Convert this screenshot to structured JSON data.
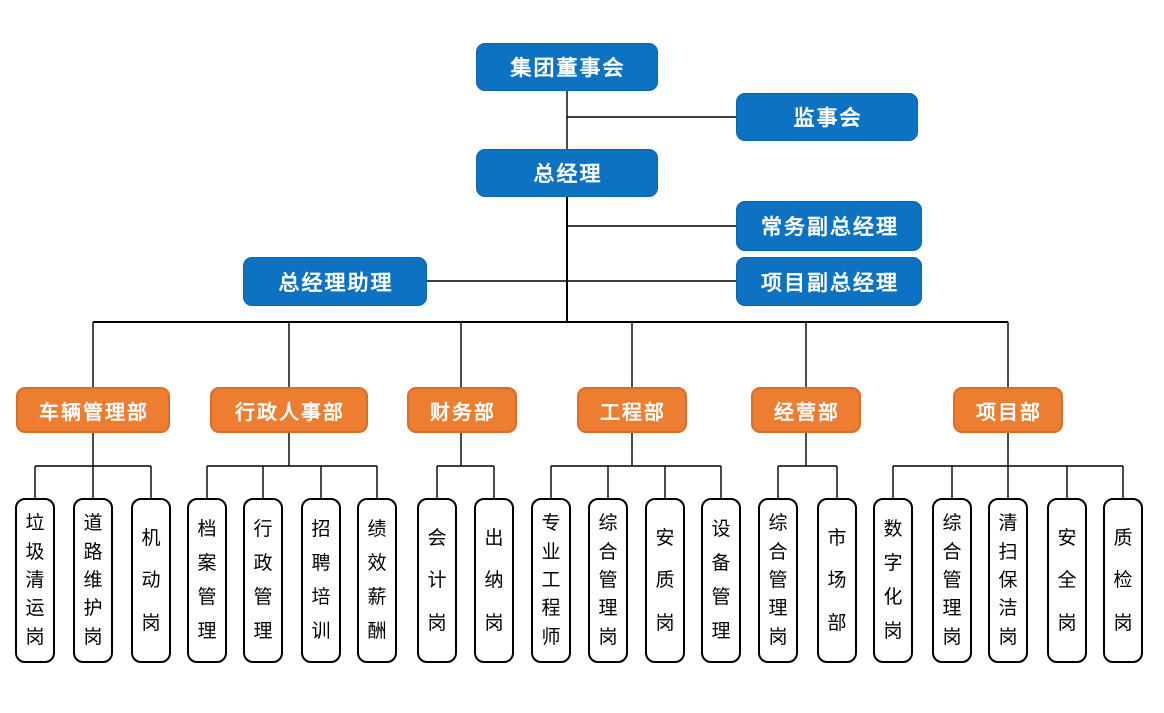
{
  "colors": {
    "primary_blue": "#0E72C2",
    "primary_blue_border": "#0A63AB",
    "accent_orange": "#ED7D31",
    "accent_orange_border": "#D86E28",
    "connector_line": "#000000",
    "position_box_border": "#000000"
  },
  "executive": {
    "board": "集团董事会",
    "supervisory": "监事会",
    "general_manager": "总经理",
    "executive_deputy_gm": "常务副总经理",
    "project_deputy_gm": "项目副总经理",
    "gm_assistant": "总经理助理"
  },
  "departments": [
    {
      "name": "车辆管理部",
      "positions": [
        "垃圾清运岗",
        "道路维护岗",
        "机动岗"
      ]
    },
    {
      "name": "行政人事部",
      "positions": [
        "档案管理",
        "行政管理",
        "招聘培训",
        "绩效薪酬"
      ]
    },
    {
      "name": "财务部",
      "positions": [
        "会计岗",
        "出纳岗"
      ]
    },
    {
      "name": "工程部",
      "positions": [
        "专业工程师",
        "综合管理岗",
        "安质岗",
        "设备管理"
      ]
    },
    {
      "name": "经营部",
      "positions": [
        "综合管理岗",
        "市场部"
      ]
    },
    {
      "name": "项目部",
      "positions": [
        "数字化岗",
        "综合管理岗",
        "清扫保洁岗",
        "安全岗",
        "质检岗"
      ]
    }
  ]
}
